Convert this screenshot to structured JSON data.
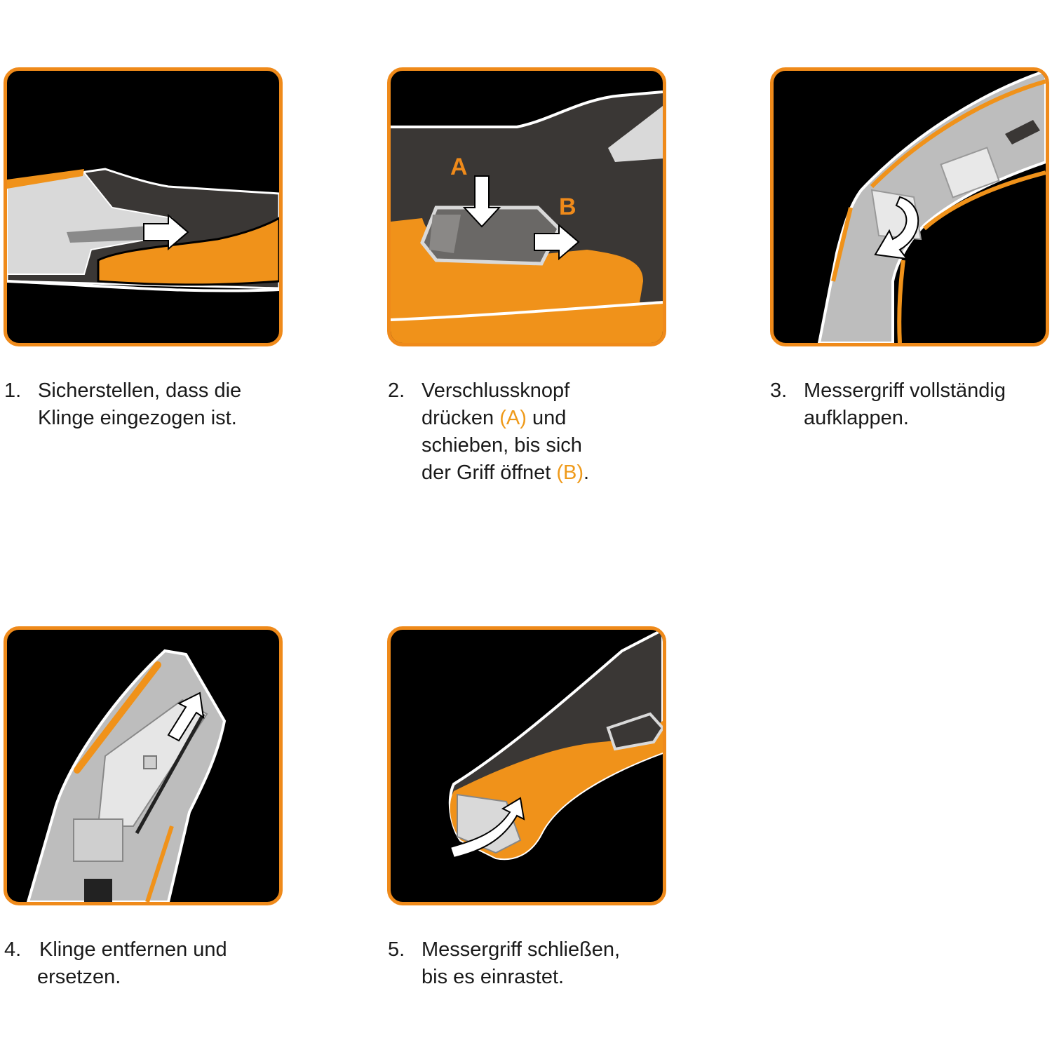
{
  "steps": [
    {
      "number": "1.",
      "lines": [
        "Sicherstellen, dass die",
        "Klinge eingezogen ist."
      ]
    },
    {
      "number": "2.",
      "line1": "Verschlussknopf",
      "line2_pre": "drücken ",
      "ref_a": "(A)",
      "line2_post": " und",
      "line3": "schieben, bis sich",
      "line4_pre": "der Griff öffnet ",
      "ref_b": "(B)",
      "line4_post": ".",
      "label_a": "A",
      "label_b": "B"
    },
    {
      "number": "3.",
      "lines": [
        "Messergriff vollständig",
        "aufklappen."
      ]
    },
    {
      "number": "4.",
      "lines": [
        "Klinge entfernen und",
        "ersetzen."
      ]
    },
    {
      "number": "5.",
      "lines": [
        "Messergriff schließen,",
        "bis es einrastet."
      ]
    }
  ],
  "colors": {
    "accent": "#ef8a1a",
    "panel_bg": "#000000",
    "handle_orange": "#f0921a",
    "handle_dark": "#3a3735",
    "metal": "#d9d9d9"
  }
}
